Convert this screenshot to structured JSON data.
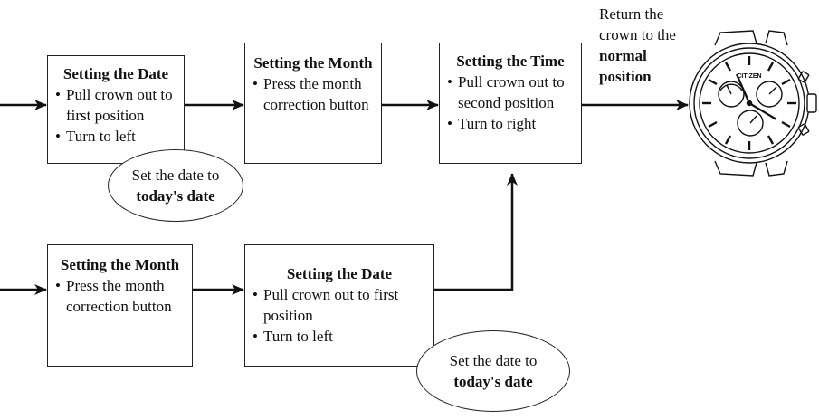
{
  "flow_top": {
    "step1": {
      "title": "Setting the Date",
      "bullets": [
        "Pull crown out to first position",
        "Turn to left"
      ]
    },
    "step2": {
      "title": "Setting the Month",
      "bullets": [
        "Press the month correction button"
      ]
    },
    "step3": {
      "title": "Setting the Time",
      "bullets": [
        "Pull crown out to second position",
        "Turn to right"
      ]
    },
    "note1": {
      "line1": "Set the date to",
      "line2": "today's date"
    }
  },
  "flow_bottom": {
    "step1": {
      "title": "Setting the Month",
      "bullets": [
        "Press the month correction button"
      ]
    },
    "step2": {
      "title": "Setting the Date",
      "bullets": [
        "Pull crown out to first position",
        "Turn to left"
      ]
    },
    "note1": {
      "line1": "Set the date to",
      "line2": "today's date"
    }
  },
  "return_note": {
    "text": "Return the crown to the",
    "bold": "normal position"
  },
  "watch": {
    "icon": "chronograph-watch-icon",
    "brand": "CITIZEN"
  }
}
